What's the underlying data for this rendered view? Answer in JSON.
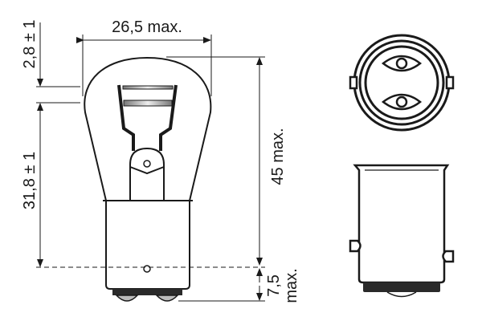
{
  "diagram": {
    "subject": "P21/5W BAY15d automotive bulb dimension drawing",
    "dimensions": {
      "width_label": "26,5 max.",
      "height_label": "45 max.",
      "top_offset_label": "2,8 ± 1",
      "pin_height_label": "31,8 ± 1",
      "contact_label_value": "7,5",
      "contact_label_unit": "max."
    },
    "views": [
      "side-view",
      "bottom-view",
      "base-side-view"
    ],
    "colors": {
      "line": "#1a1a1a",
      "background": "#ffffff",
      "contact": "#2a2a2a",
      "glass-band": "#9a9a9a"
    }
  }
}
